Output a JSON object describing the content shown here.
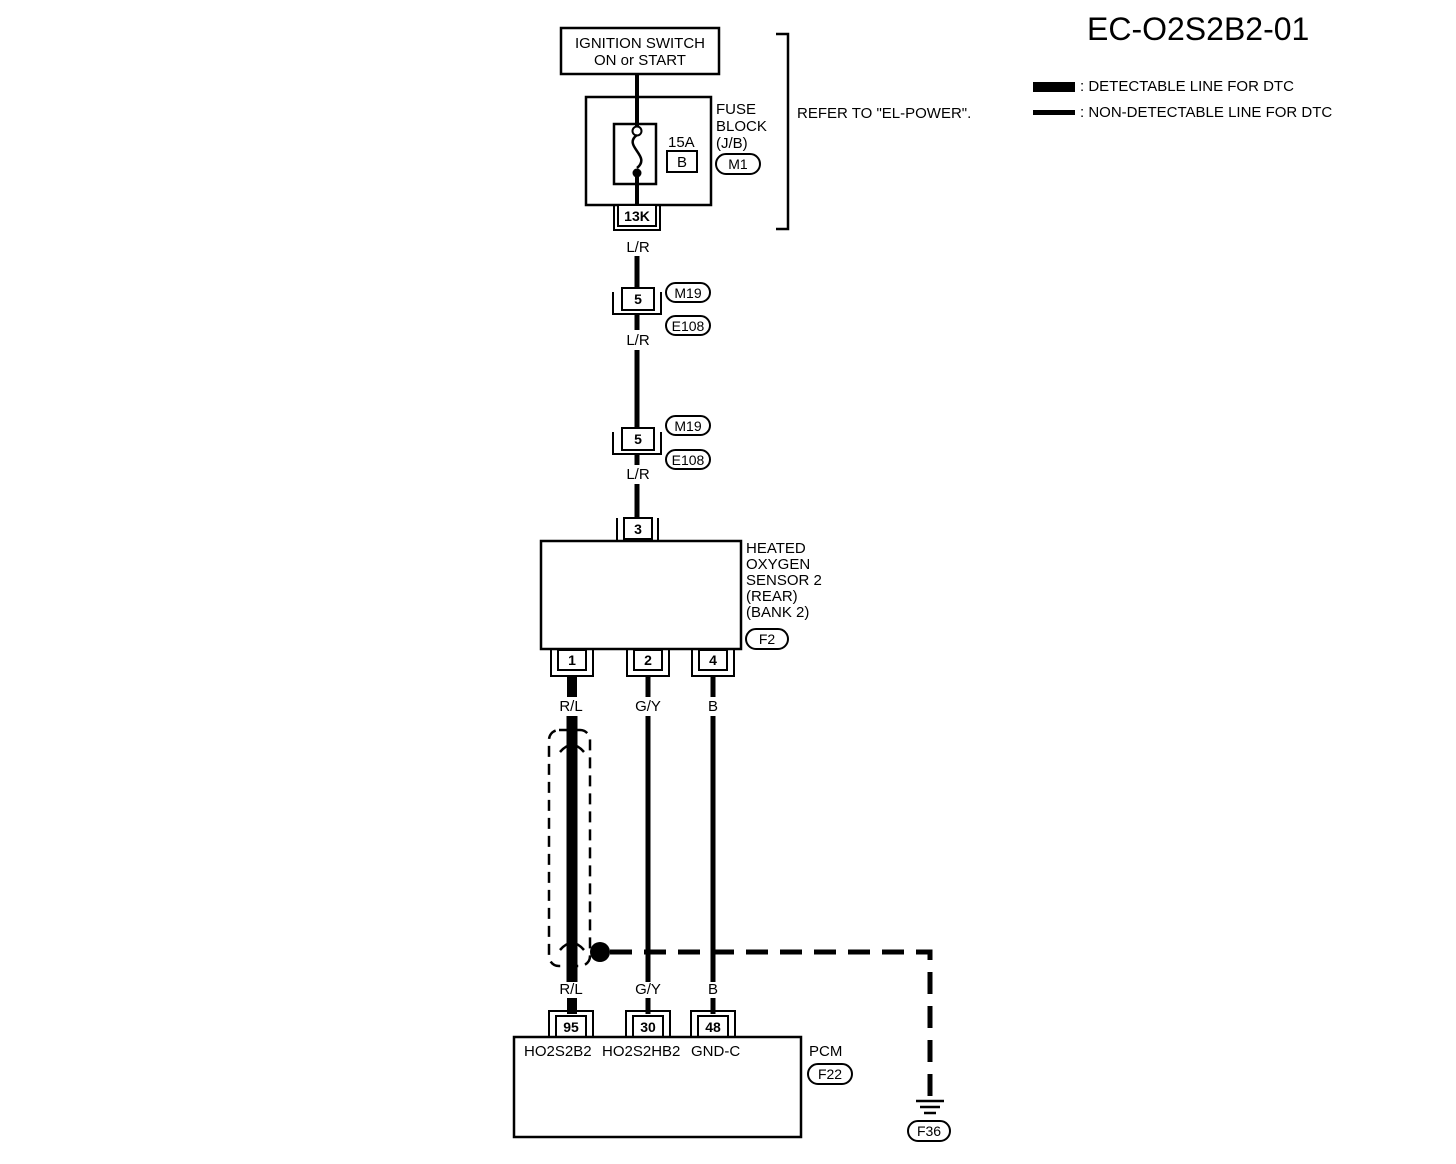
{
  "diagram_id": "EC-O2S2B2-01",
  "legend": {
    "detectable": ": DETECTABLE LINE FOR DTC",
    "non_detectable": ": NON-DETECTABLE LINE FOR DTC"
  },
  "ignition_switch": {
    "line1": "IGNITION SWITCH",
    "line2": "ON or START"
  },
  "fuse_block": {
    "line1": "FUSE",
    "line2": "BLOCK",
    "line3": "(J/B)",
    "connector": "M1",
    "amperage": "15A",
    "fuse_letter": "B",
    "terminal": "13K"
  },
  "refer_note": "REFER TO \"EL-POWER\".",
  "wire_lr": "L/R",
  "joint_connector": {
    "pin": "5",
    "connector_top": "M19",
    "connector_bottom": "E108"
  },
  "sensor": {
    "line1": "HEATED",
    "line2": "OXYGEN",
    "line3": "SENSOR 2",
    "line4": "(REAR)",
    "line5": "(BANK 2)",
    "connector": "F2",
    "top_pin": "3",
    "pins": [
      "1",
      "2",
      "4"
    ]
  },
  "wires": [
    "R/L",
    "G/Y",
    "B"
  ],
  "pcm": {
    "label": "PCM",
    "connector": "F22",
    "pins": [
      "95",
      "30",
      "48"
    ],
    "terminals": [
      "HO2S2B2",
      "HO2S2HB2",
      "GND-C"
    ]
  },
  "ground_connector": "F36"
}
